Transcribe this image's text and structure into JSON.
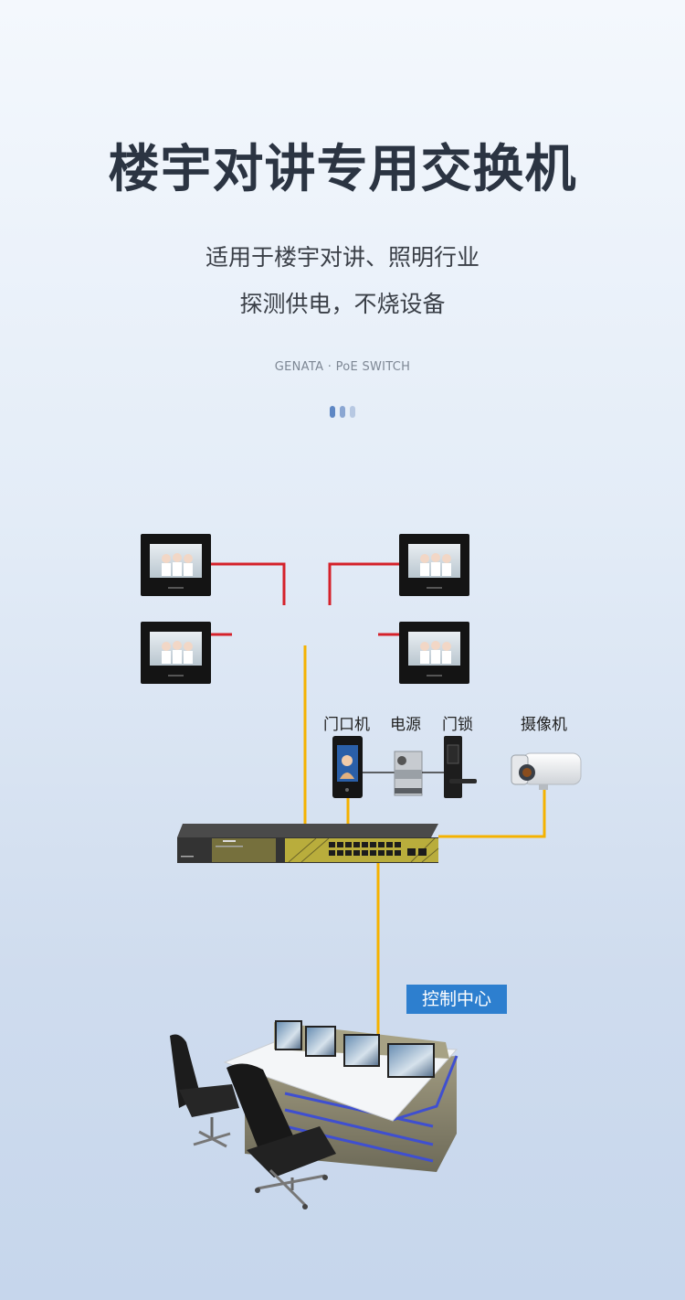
{
  "title": "楼宇对讲专用交换机",
  "subtitle_line1": "适用于楼宇对讲、照明行业",
  "subtitle_line2": "探测供电，不烧设备",
  "brand_line": "GENATA · PoE SWITCH",
  "device_labels": {
    "door_unit": "门口机",
    "power": "电源",
    "door_lock": "门锁",
    "camera": "摄像机"
  },
  "control_center_label": "控制中心",
  "colors": {
    "cable_yellow": "#f5b200",
    "cable_red": "#d5212a",
    "label_blue": "#2d7fcf",
    "switch_body": "#3a3a3a",
    "switch_accent": "#b9ad3c"
  }
}
